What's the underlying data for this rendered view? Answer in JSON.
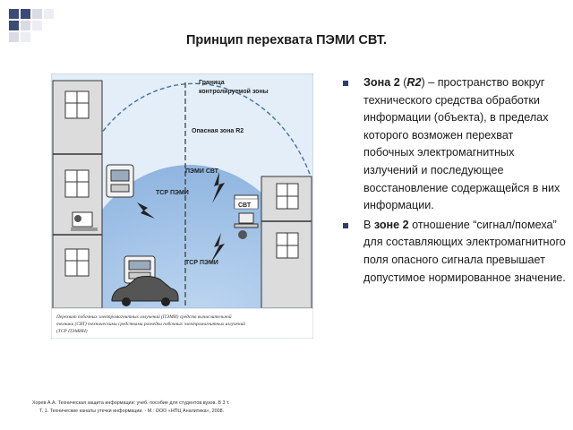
{
  "slide": {
    "title": "Принцип перехвата ПЭМИ СВТ."
  },
  "figure": {
    "labels": {
      "boundary_line1": "Граница",
      "boundary_line2": "контролируемой зоны",
      "danger_zone": "Опасная зона R2",
      "pemi_svt": "ПЭМИ СВТ",
      "tsr_pemi_top": "ТСР ПЭМИ",
      "svt": "СВТ",
      "tsr_pemi_bottom": "ТСР ПЭМИ"
    },
    "caption": [
      "Перехват побочных электромагнитных излучений (ПЭМИ) средств вычислительной",
      "техники (СВТ) техническими средствами разведки побочных электромагнитных излучений",
      "(ТСР ПЭМИН)"
    ]
  },
  "bullets": [
    {
      "b1": "Зона 2",
      "t1": " (",
      "i1": "R2",
      "t2": ") – пространство вокруг технического средства обработки информации (объекта), в пределах которого возможен перехват побочных электромагнитных излучений и последующее восстановление содержащейся в них информации."
    },
    {
      "t1": "В ",
      "b1": "зоне 2",
      "t2": " отношение “сигнал/помеха” для составляющих электромагнитного поля опасного сигнала превышает допустимое нормированное значение."
    }
  ],
  "citation": {
    "line1": "Хорев А.А.  Техническая  защита информации: учеб. пособие для студентов вузов. В 3 т.",
    "line2": "Т. 1. Технические каналы утечки информации. - М.: ООО «НПЦ Аналитика», 2008."
  },
  "colors": {
    "accent_square": "#2f3f6b",
    "zone_fill": "#a9c9ec",
    "figure_bg": "#d6e6f5"
  }
}
